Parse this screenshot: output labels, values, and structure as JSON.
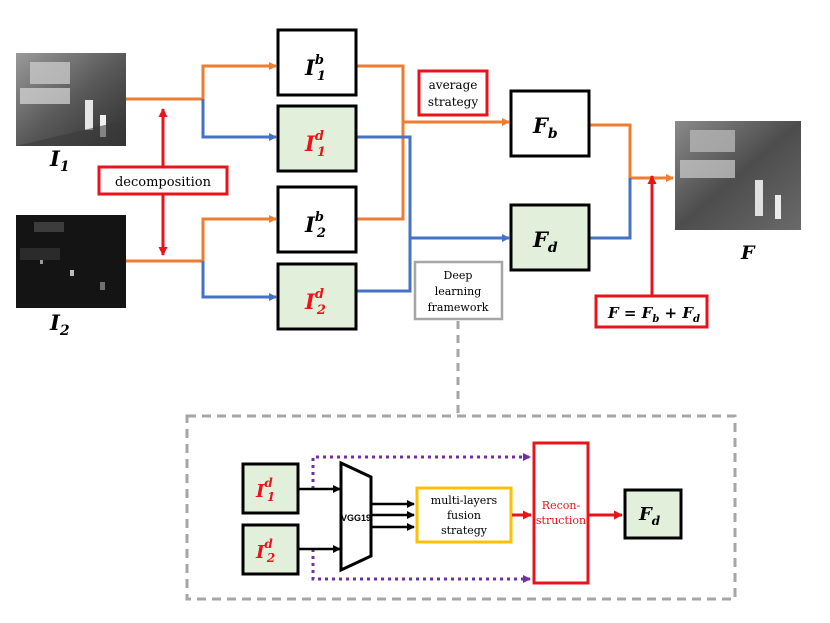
{
  "inputs": {
    "i1": {
      "base": "I",
      "sub": "1"
    },
    "i2": {
      "base": "I",
      "sub": "2"
    }
  },
  "output": {
    "label": "F"
  },
  "boxes": {
    "i1b": {
      "base": "I",
      "sub": "1",
      "sup": "b"
    },
    "i1d": {
      "base": "I",
      "sub": "1",
      "sup": "d"
    },
    "i2b": {
      "base": "I",
      "sub": "2",
      "sup": "b"
    },
    "i2d": {
      "base": "I",
      "sub": "2",
      "sup": "d"
    },
    "fb": {
      "base": "F",
      "sub": "b"
    },
    "fd": {
      "base": "F",
      "sub": "d"
    }
  },
  "labels": {
    "decomposition": "decomposition",
    "average_line1": "average",
    "average_line2": "strategy",
    "deep_line1": "Deep",
    "deep_line2": "learning",
    "deep_line3": "framework",
    "formula": {
      "lhs": "F",
      "eq": " = ",
      "t1": "F",
      "t1sub": "b",
      "plus": " + ",
      "t2": "F",
      "t2sub": "d"
    }
  },
  "detail": {
    "i1d": {
      "base": "I",
      "sub": "1",
      "sup": "d"
    },
    "i2d": {
      "base": "I",
      "sub": "2",
      "sup": "d"
    },
    "vgg": "VGG19",
    "fusion_line1": "multi-layers",
    "fusion_line2": "fusion",
    "fusion_line3": "strategy",
    "recon_line1": "Recon-",
    "recon_line2": "struction",
    "fd": {
      "base": "F",
      "sub": "d"
    }
  },
  "colors": {
    "orange": "#ED7D31",
    "blue": "#4472C4",
    "red": "#E8141A",
    "green_fill": "#E2EFDA",
    "gray": "#A6A6A6",
    "purple": "#7030A0",
    "yellow": "#FFC000"
  }
}
